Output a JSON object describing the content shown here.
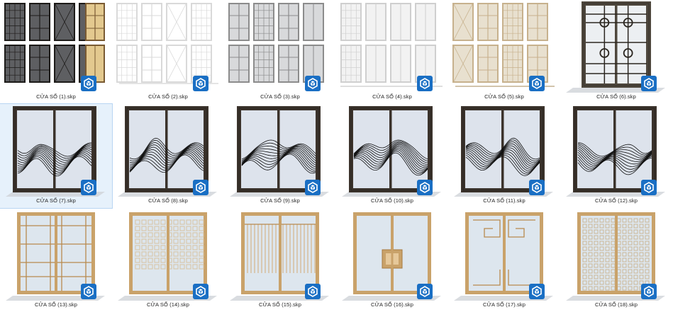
{
  "files": [
    {
      "name": "CỬA SỔ (1).skp",
      "style": "collage-dark"
    },
    {
      "name": "CỬA SỔ (2).skp",
      "style": "collage-white"
    },
    {
      "name": "CỬA SỔ (3).skp",
      "style": "collage-grey"
    },
    {
      "name": "CỬA SỔ (4).skp",
      "style": "collage-light"
    },
    {
      "name": "CỬA SỔ (5).skp",
      "style": "collage-beige"
    },
    {
      "name": "CỬA SỔ (6).skp",
      "style": "circles"
    },
    {
      "name": "CỬA SỔ (7).skp",
      "style": "wave",
      "variant": 0
    },
    {
      "name": "CỬA SỔ (8).skp",
      "style": "wave",
      "variant": 1
    },
    {
      "name": "CỬA SỔ (9).skp",
      "style": "wave",
      "variant": 2
    },
    {
      "name": "CỬA SỔ (10).skp",
      "style": "wave",
      "variant": 3
    },
    {
      "name": "CỬA SỔ (11).skp",
      "style": "wave",
      "variant": 4
    },
    {
      "name": "CỬA SỔ (12).skp",
      "style": "wave",
      "variant": 5
    },
    {
      "name": "CỬA SỔ (13).skp",
      "style": "wood-grid"
    },
    {
      "name": "CỬA SỔ (14).skp",
      "style": "wood-lattice"
    },
    {
      "name": "CỬA SỔ (15).skp",
      "style": "wood-bars"
    },
    {
      "name": "CỬA SỔ (16).skp",
      "style": "wood-plain"
    },
    {
      "name": "CỬA SỔ (17).skp",
      "style": "wood-fret"
    },
    {
      "name": "CỬA SỔ (18).skp",
      "style": "wood-dense"
    }
  ],
  "selected_index": 6,
  "colors": {
    "sketchup_blue": "#1a6fc4",
    "dark_frame": "#3b332c",
    "wood": "#c9a26a",
    "glass": "#dde3ec"
  },
  "badge_icon": "sketchup-icon"
}
